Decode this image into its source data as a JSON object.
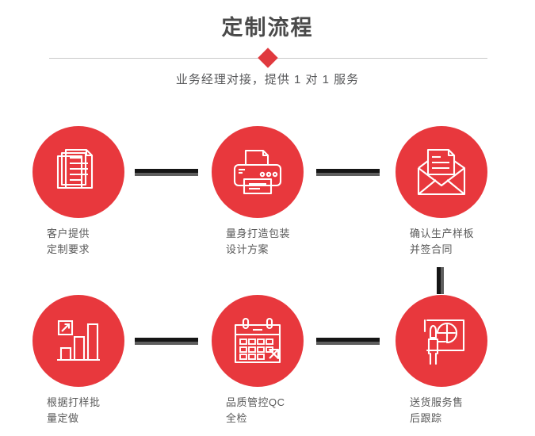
{
  "header": {
    "title": "定制流程",
    "subtitle": "业务经理对接，提供 1 对 1 服务",
    "accent_color": "#e0393e",
    "divider_color": "#c9c9c9",
    "title_color": "#4a4a4a",
    "diamond_icon": "diamond-bullet-icon"
  },
  "theme": {
    "circle_color": "#e8383d",
    "icon_color": "#ffffff",
    "label_color": "#595959",
    "connector_dark": "#151515",
    "connector_gray": "#5e5e5e",
    "background": "#ffffff"
  },
  "steps": [
    {
      "index": "1",
      "icon": "documents-stack-icon",
      "label": "客户提供\n定制要求"
    },
    {
      "index": "2",
      "icon": "printer-icon",
      "label": "量身打造包装\n设计方案"
    },
    {
      "index": "3",
      "icon": "envelope-document-icon",
      "label": "确认生产样板\n并签合同"
    },
    {
      "index": "4",
      "icon": "bar-chart-growth-icon",
      "label": "根据打样批\n量定做"
    },
    {
      "index": "5",
      "icon": "calendar-icon",
      "label": "品质管控QC\n全检"
    },
    {
      "index": "6",
      "icon": "presentation-person-piechart-icon",
      "label": "送货服务售\n后跟踪"
    }
  ],
  "connectors": [
    {
      "name": "connector-step1-step2",
      "orientation": "horizontal"
    },
    {
      "name": "connector-step2-step3",
      "orientation": "horizontal"
    },
    {
      "name": "connector-step3-step4",
      "orientation": "vertical"
    },
    {
      "name": "connector-step4-step5",
      "orientation": "horizontal"
    },
    {
      "name": "connector-step5-step6",
      "orientation": "horizontal"
    }
  ]
}
